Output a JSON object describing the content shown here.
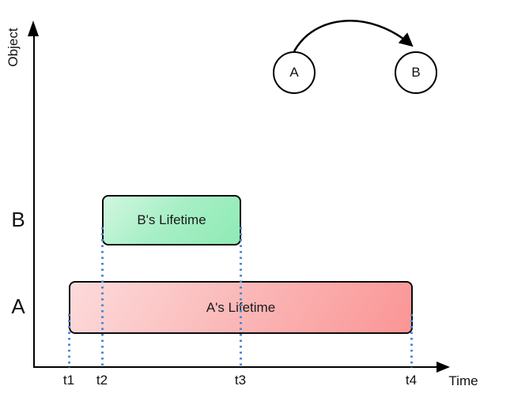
{
  "axes": {
    "y_label": "Object",
    "x_label": "Time"
  },
  "row_labels": [
    {
      "label": "B"
    },
    {
      "label": "A"
    }
  ],
  "ticks": [
    {
      "label": "t1"
    },
    {
      "label": "t2"
    },
    {
      "label": "t3"
    },
    {
      "label": "t4"
    }
  ],
  "bars": [
    {
      "object": "B",
      "label": "B's Lifetime",
      "start_tick": "t2",
      "end_tick": "t3",
      "fill_light": "#d2f7e0",
      "fill_dark": "#8eeab5"
    },
    {
      "object": "A",
      "label": "A's Lifetime",
      "start_tick": "t1",
      "end_tick": "t4",
      "fill_light": "#fcdbdb",
      "fill_dark": "#fb9595"
    }
  ],
  "object_graph": {
    "nodes": [
      {
        "label": "A"
      },
      {
        "label": "B"
      }
    ],
    "edge": {
      "from": "A",
      "to": "B",
      "style": "curved-arrow"
    }
  },
  "colors": {
    "axis": "#000000",
    "text": "#111111",
    "bar_border": "#0b0b0b",
    "guide_dotted": "#4b87d7",
    "node_fill": "#ffffff",
    "node_border": "#000000"
  },
  "chart_data": {
    "type": "gantt",
    "title": "",
    "xlabel": "Time",
    "ylabel": "Object",
    "x_ticks": [
      "t1",
      "t2",
      "t3",
      "t4"
    ],
    "rows": [
      "B",
      "A"
    ],
    "intervals": [
      {
        "row": "B",
        "label": "B's Lifetime",
        "start": "t2",
        "end": "t3"
      },
      {
        "row": "A",
        "label": "A's Lifetime",
        "start": "t1",
        "end": "t4"
      }
    ],
    "annotation": "Object A points to object B (curved arrow between node A and node B)"
  }
}
